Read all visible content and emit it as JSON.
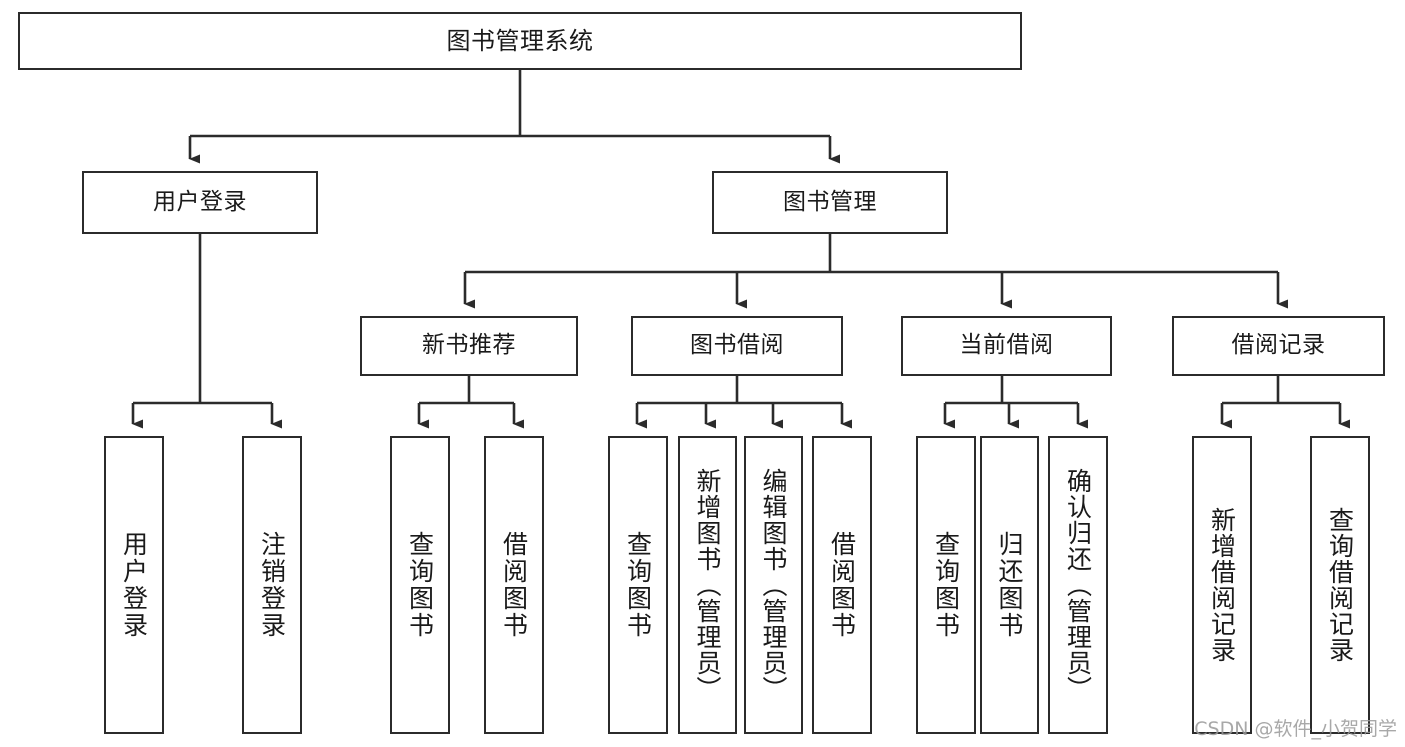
{
  "diagram": {
    "title": "图书管理系统",
    "type": "tree-hierarchy",
    "stroke_color": "#2b2b2b",
    "background_color": "#ffffff",
    "nodes": {
      "root": {
        "label": "图书管理系统"
      },
      "level2": [
        {
          "id": "user-login",
          "label": "用户登录"
        },
        {
          "id": "book-management",
          "label": "图书管理"
        }
      ],
      "level3": [
        {
          "id": "new-book-recommend",
          "label": "新书推荐"
        },
        {
          "id": "book-borrow",
          "label": "图书借阅"
        },
        {
          "id": "current-borrow",
          "label": "当前借阅"
        },
        {
          "id": "borrow-record",
          "label": "借阅记录"
        }
      ],
      "leaves": [
        {
          "id": "leaf-user-login",
          "label": "用户登录"
        },
        {
          "id": "leaf-logout-login",
          "label": "注销登录"
        },
        {
          "id": "leaf-query-book-1",
          "label": "查询图书"
        },
        {
          "id": "leaf-borrow-book-1",
          "label": "借阅图书"
        },
        {
          "id": "leaf-query-book-2",
          "label": "查询图书"
        },
        {
          "id": "leaf-add-book-admin",
          "label": "新增图书（管理员）"
        },
        {
          "id": "leaf-edit-book-admin",
          "label": "编辑图书（管理员）"
        },
        {
          "id": "leaf-borrow-book-2",
          "label": "借阅图书"
        },
        {
          "id": "leaf-query-book-3",
          "label": "查询图书"
        },
        {
          "id": "leaf-return-book",
          "label": "归还图书"
        },
        {
          "id": "leaf-confirm-return-admin",
          "label": "确认归还（管理员）"
        },
        {
          "id": "leaf-add-borrow-record",
          "label": "新增借阅记录"
        },
        {
          "id": "leaf-query-borrow-record",
          "label": "查询借阅记录"
        }
      ]
    }
  },
  "watermark": {
    "text": "CSDN @软件_小贺同学"
  }
}
